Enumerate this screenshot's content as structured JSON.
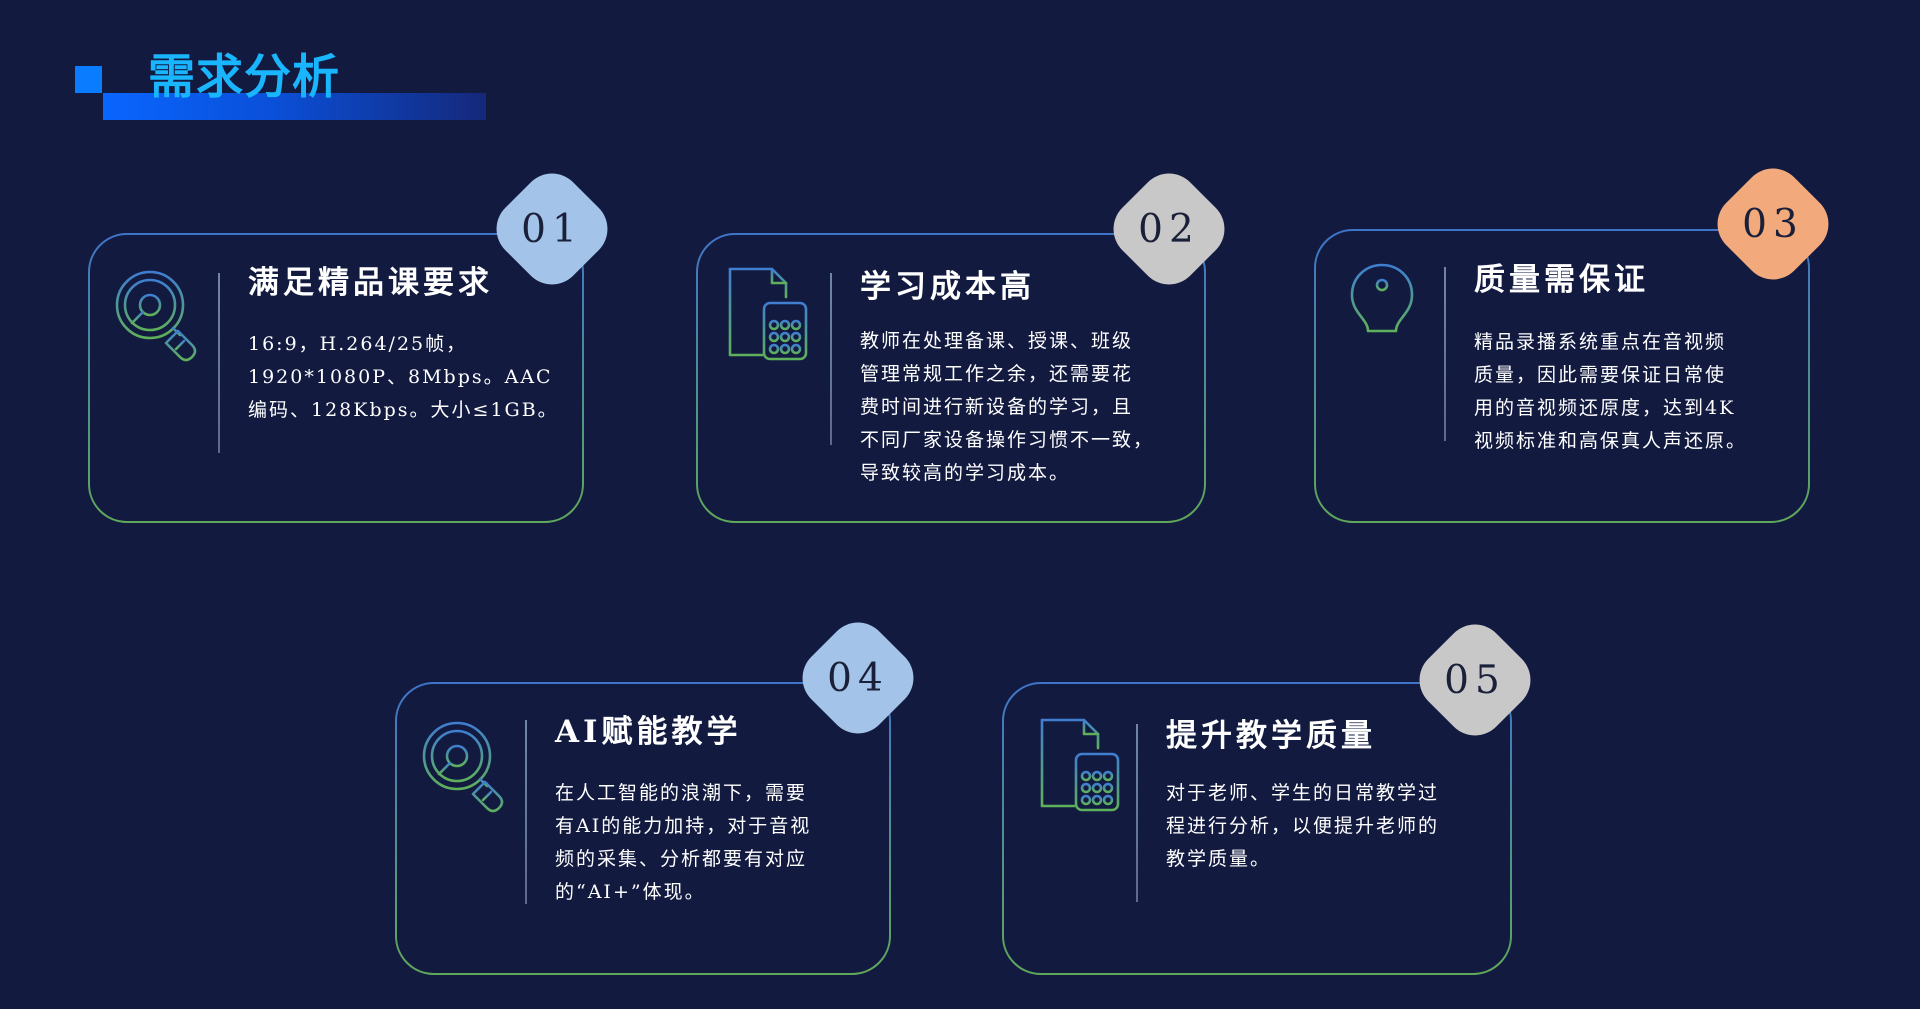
{
  "page": {
    "title": "需求分析"
  },
  "cards": [
    {
      "number": "01",
      "icon": "magnifier-chart-icon",
      "badge_color": "#a3c4e8",
      "heading": "满足精品课要求",
      "lines": [
        "16:9，H.264/25帧，",
        "1920*1080P、8Mbps。AAC",
        "编码、128Kbps。大小≤1GB。"
      ]
    },
    {
      "number": "02",
      "icon": "document-calculator-icon",
      "badge_color": "#c8c8c8",
      "heading": "学习成本高",
      "lines": [
        "教师在处理备课、授课、班级",
        "管理常规工作之余，还需要花",
        "费时间进行新设备的学习，且",
        "不同厂家设备操作习惯不一致，",
        "导致较高的学习成本。"
      ]
    },
    {
      "number": "03",
      "icon": "lightbulb-key-icon",
      "badge_color": "#f2a97c",
      "heading": "质量需保证",
      "lines": [
        "精品录播系统重点在音视频",
        "质量，因此需要保证日常使",
        "用的音视频还原度，达到4K",
        "视频标准和高保真人声还原。"
      ]
    },
    {
      "number": "04",
      "icon": "magnifier-chart-icon",
      "badge_color": "#a3c4e8",
      "heading": "AI赋能教学",
      "lines": [
        "在人工智能的浪潮下，需要",
        "有AI的能力加持，对于音视",
        "频的采集、分析都要有对应",
        "的“AI+”体现。"
      ]
    },
    {
      "number": "05",
      "icon": "document-calculator-icon",
      "badge_color": "#c8c8c8",
      "heading": "提升教学质量",
      "lines": [
        "对于老师、学生的日常教学过",
        "程进行分析，以便提升老师的",
        "教学质量。"
      ]
    }
  ]
}
